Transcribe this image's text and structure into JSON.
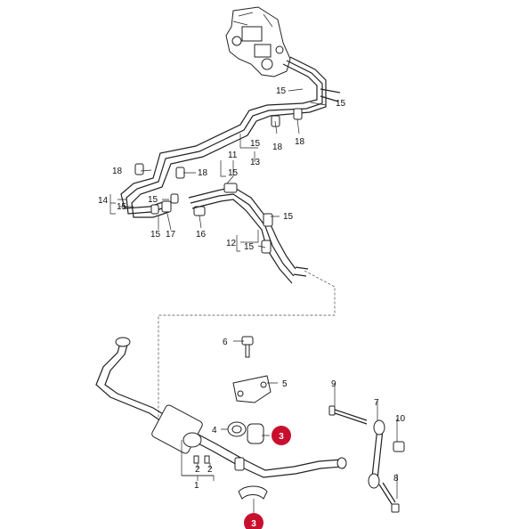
{
  "colors": {
    "badge": "#c8102e",
    "line": "#222222",
    "background": "#ffffff"
  },
  "labels": {
    "l15a": "15",
    "l15b": "15",
    "l18a": "18",
    "l18b": "18",
    "l15c": "15",
    "l13": "13",
    "l18c": "18",
    "l18d": "18",
    "l11": "11",
    "l15d": "15",
    "l14": "14",
    "l15e": "15",
    "l15f": "15",
    "l15g": "15",
    "l17": "17",
    "l16": "16",
    "l15h": "15",
    "l12": "12",
    "l15i": "15",
    "l6": "6",
    "l5": "5",
    "l9": "9",
    "l7": "7",
    "l10": "10",
    "l4": "4",
    "l2a": "2",
    "l2b": "2",
    "l1": "1",
    "l8": "8"
  },
  "badges": {
    "b3a": "3",
    "b3b": "3"
  }
}
